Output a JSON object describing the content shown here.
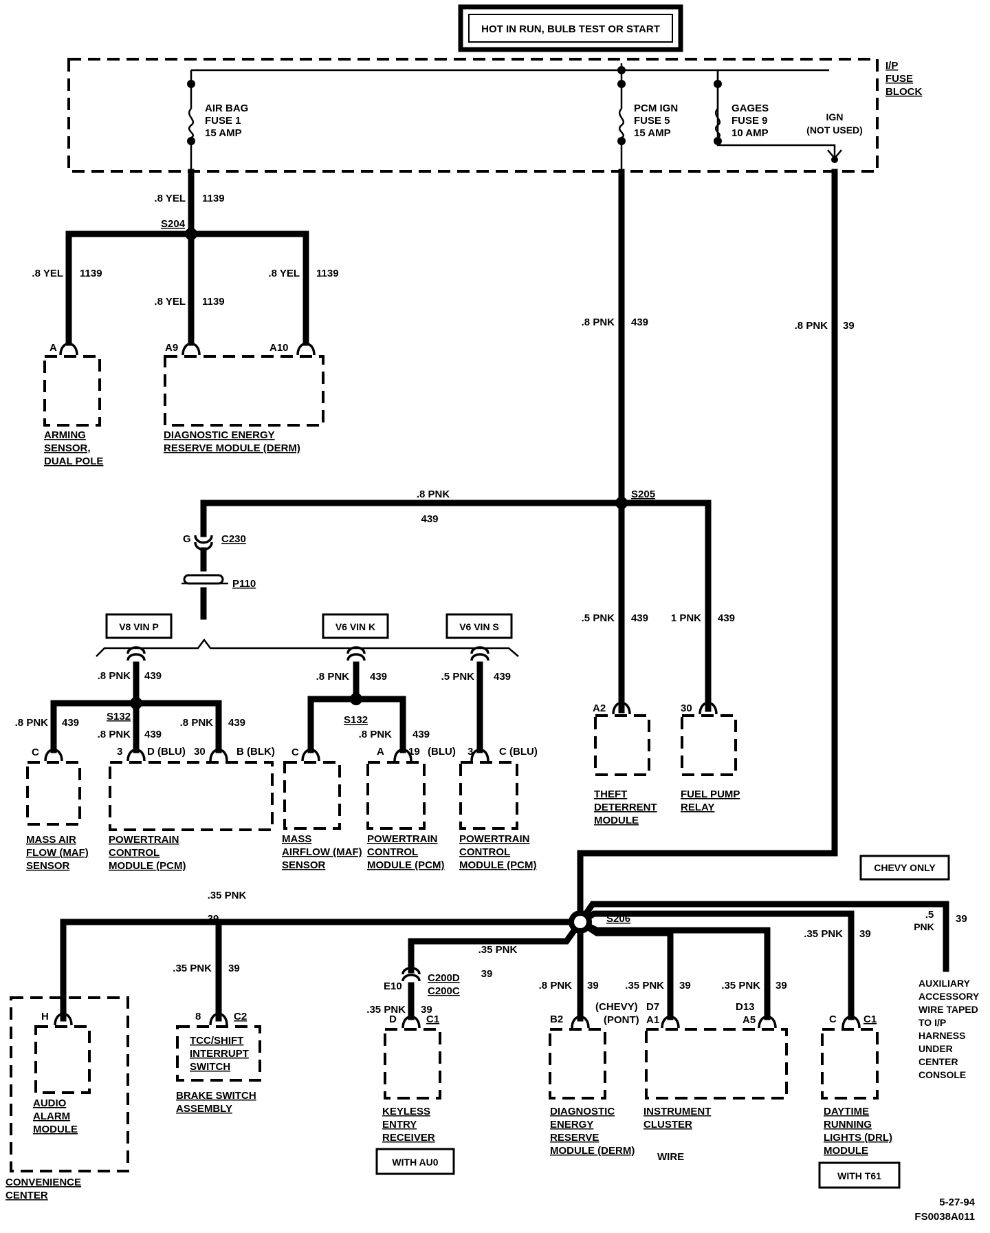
{
  "header": {
    "title": "HOT IN RUN, BULB TEST OR START"
  },
  "fuse_block": {
    "label_lines": [
      "I/P",
      "FUSE",
      "BLOCK"
    ],
    "fuses": [
      {
        "lines": [
          "AIR BAG",
          "FUSE 1",
          "15 AMP"
        ]
      },
      {
        "lines": [
          "PCM IGN",
          "FUSE 5",
          "15 AMP"
        ]
      },
      {
        "lines": [
          "GAGES",
          "FUSE 9",
          "10 AMP"
        ]
      }
    ],
    "ign_lines": [
      "IGN",
      "(NOT USED)"
    ]
  },
  "wires": {
    "yel_gauge": ".8 YEL",
    "yel_circuit": "1139",
    "pnk8": ".8 PNK",
    "pnk5": ".5 PNK",
    "pnk1": "1 PNK",
    "pnk35": ".35 PNK",
    "pnk_circuit": "439",
    "circuit39": "39",
    "aux_gauge": ".5",
    "aux_color": "PNK"
  },
  "splices": {
    "s204": "S204",
    "s205": "S205",
    "s206": "S206",
    "s132": "S132"
  },
  "connectors": {
    "c230": "C230",
    "p110": "P110",
    "g": "G",
    "c200d": "C200D",
    "c200c": "C200C",
    "e10": "E10",
    "c1": "C1",
    "c2": "C2"
  },
  "pins": {
    "a": "A",
    "a9": "A9",
    "a10": "A10",
    "a2": "A2",
    "p30": "30",
    "c": "C",
    "p3": "3",
    "d_blu": "D (BLU)",
    "b_blk": "B (BLK)",
    "p19": "19",
    "blu": "(BLU)",
    "c_blu": "C (BLU)",
    "h": "H",
    "p8": "8",
    "d": "D",
    "b2": "B2",
    "chevy": "(CHEVY)",
    "pont": "(PONT)",
    "d7": "D7",
    "a1": "A1",
    "d13": "D13",
    "a5": "A5"
  },
  "options": {
    "v8": "V8  VIN P",
    "v6k": "V6  VIN  K",
    "v6s": "V6  VIN S",
    "chevy_only": "CHEVY  ONLY",
    "with_au0": "WITH AU0",
    "with_t61": "WITH T61"
  },
  "components": {
    "arming": [
      "ARMING",
      "SENSOR,",
      "DUAL POLE"
    ],
    "derm_top": [
      "DIAGNOSTIC ENERGY",
      "RESERVE MODULE (DERM)"
    ],
    "theft": [
      "THEFT",
      "DETERRENT",
      "MODULE"
    ],
    "fuel_pump": [
      "FUEL PUMP",
      "RELAY"
    ],
    "maf1": [
      "MASS AIR",
      "FLOW (MAF)",
      "SENSOR"
    ],
    "pcm1": [
      "POWERTRAIN",
      "CONTROL",
      "MODULE (PCM)"
    ],
    "maf2": [
      "MASS",
      "AIRFLOW (MAF)",
      "SENSOR"
    ],
    "pcm2": [
      "POWERTRAIN",
      "CONTROL",
      "MODULE (PCM)"
    ],
    "pcm3": [
      "POWERTRAIN",
      "CONTROL",
      "MODULE (PCM)"
    ],
    "audio": [
      "AUDIO",
      "ALARM",
      "MODULE"
    ],
    "convenience": [
      "CONVENIENCE",
      "CENTER"
    ],
    "tcc": [
      "TCC/SHIFT",
      "INTERRUPT",
      "SWITCH"
    ],
    "brake": [
      "BRAKE SWITCH",
      "ASSEMBLY"
    ],
    "keyless": [
      "KEYLESS",
      "ENTRY",
      "RECEIVER"
    ],
    "derm_bottom": [
      "DIAGNOSTIC",
      "ENERGY",
      "RESERVE",
      "MODULE (DERM)"
    ],
    "cluster": [
      "INSTRUMENT",
      "CLUSTER"
    ],
    "drl": [
      "DAYTIME",
      "RUNNING",
      "LIGHTS (DRL)",
      "MODULE"
    ],
    "aux": [
      "AUXILIARY",
      "ACCESSORY",
      "WIRE TAPED",
      "TO I/P",
      "HARNESS",
      "UNDER",
      "CENTER",
      "CONSOLE"
    ]
  },
  "footer": {
    "wire_note": "WIRE",
    "date": "5-27-94",
    "code": "FS0038A011"
  }
}
